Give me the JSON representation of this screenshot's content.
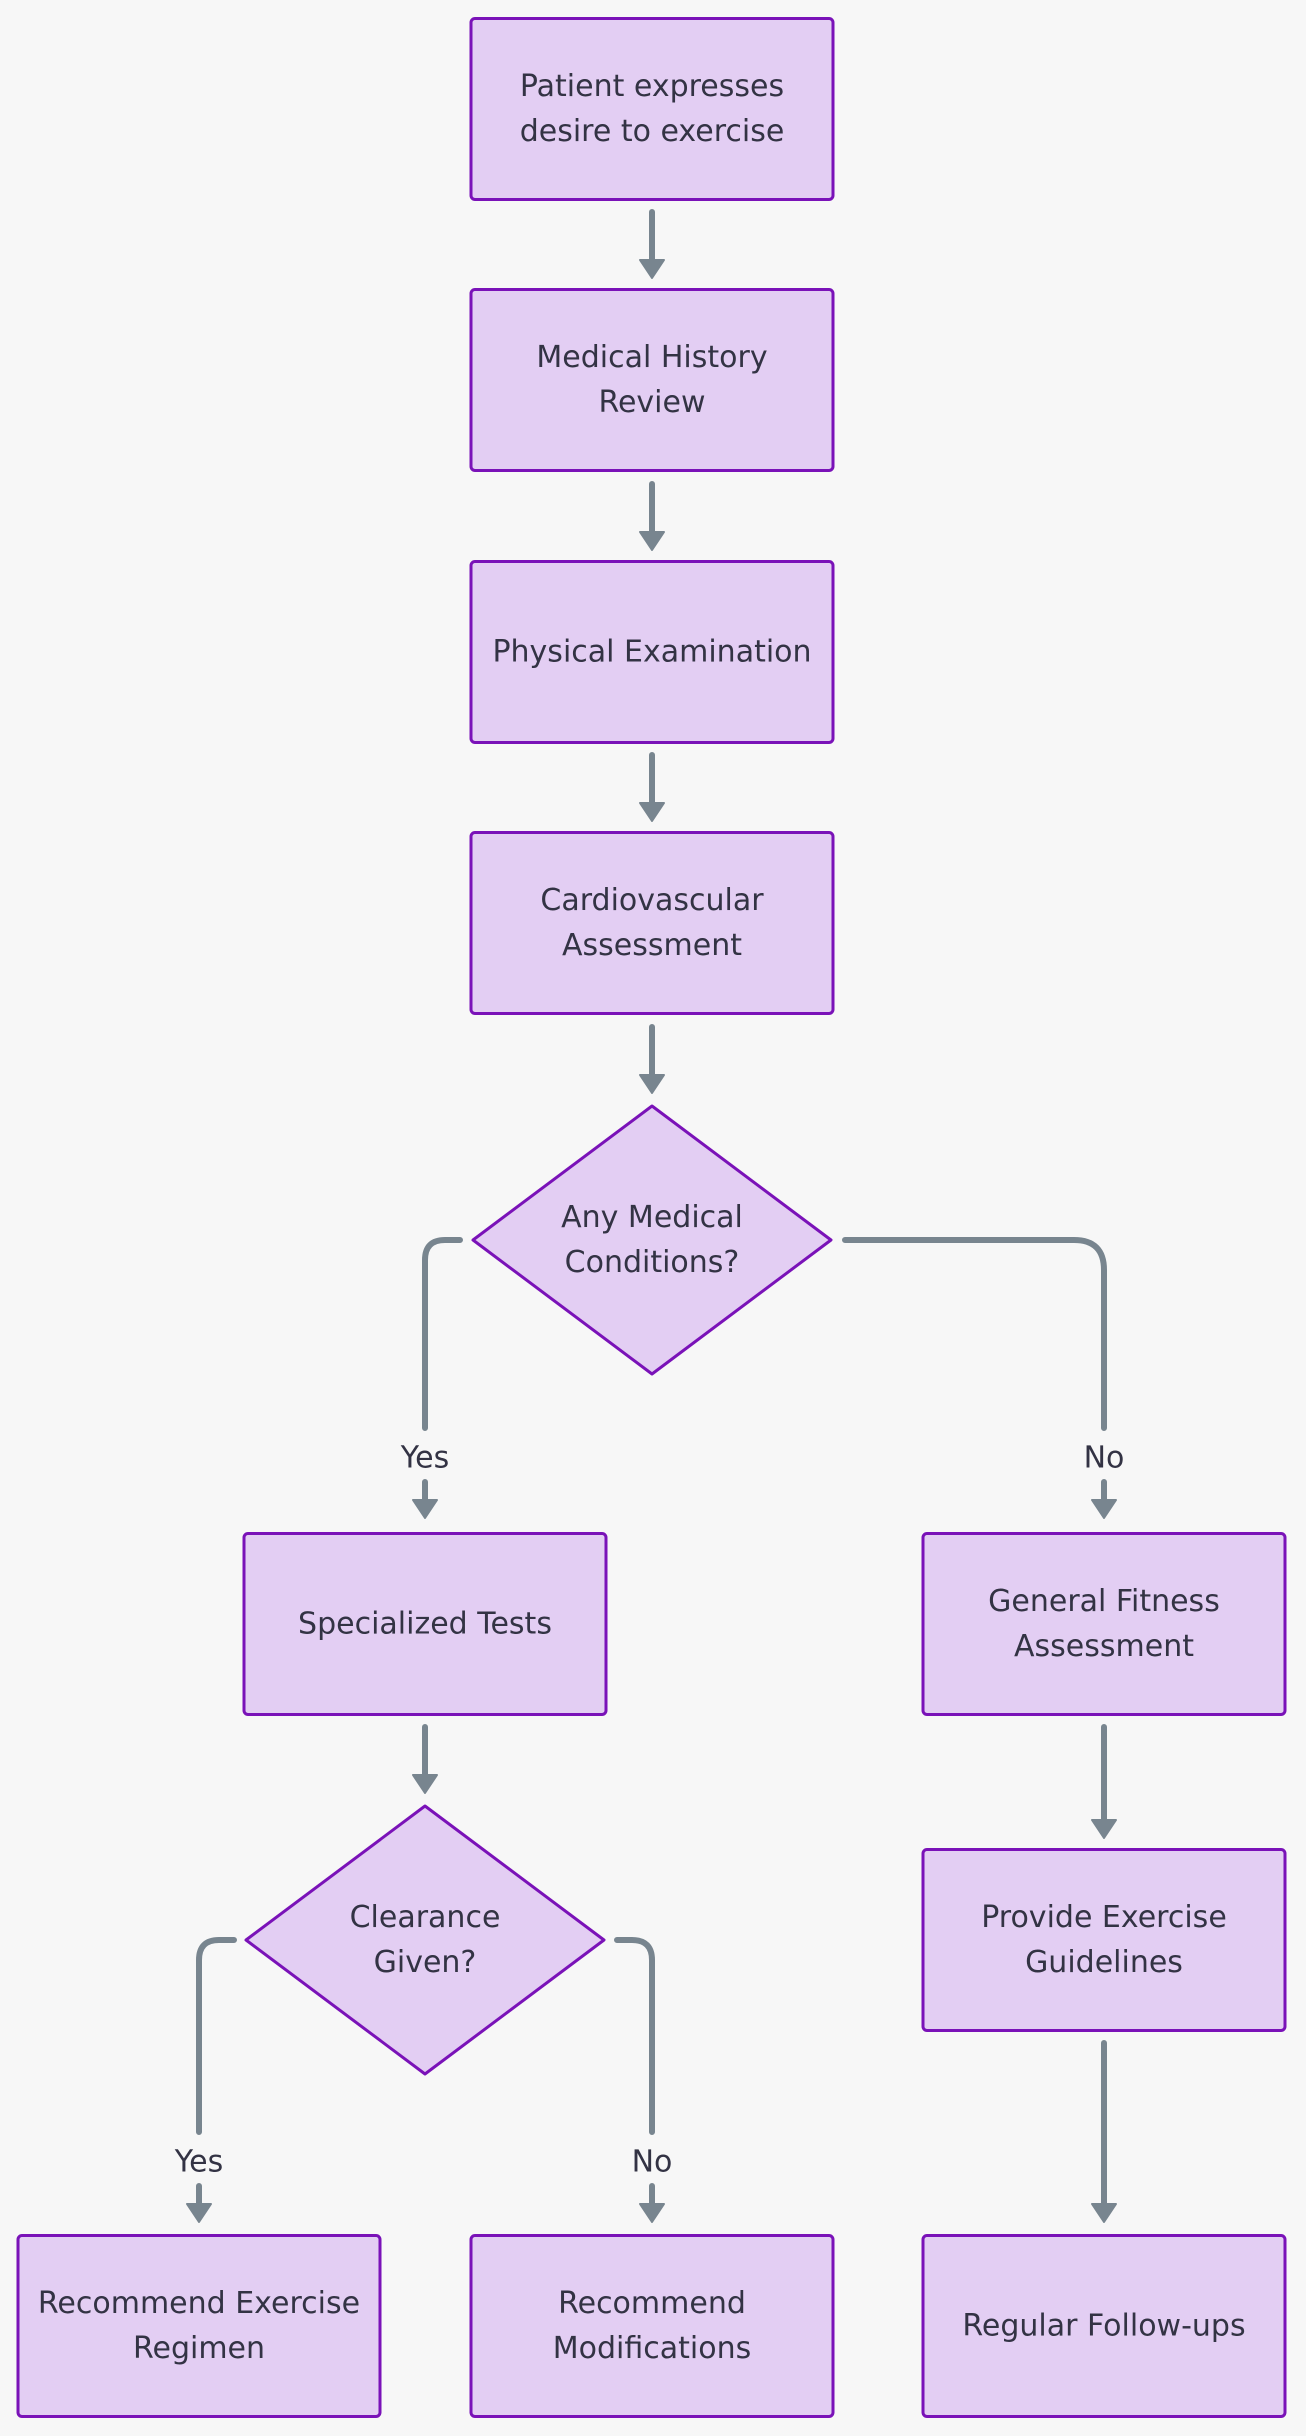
{
  "colors": {
    "background": "#f7f7f7",
    "node_fill": "#e3cef3",
    "node_stroke": "#7a12b8",
    "edge": "#78858f",
    "text": "#333344"
  },
  "nodes": [
    {
      "id": "patient",
      "shape": "rect",
      "lines": [
        "Patient expresses",
        "desire to exercise"
      ]
    },
    {
      "id": "history",
      "shape": "rect",
      "lines": [
        "Medical History",
        "Review"
      ]
    },
    {
      "id": "physical",
      "shape": "rect",
      "lines": [
        "Physical Examination"
      ]
    },
    {
      "id": "cardio",
      "shape": "rect",
      "lines": [
        "Cardiovascular",
        "Assessment"
      ]
    },
    {
      "id": "conditions",
      "shape": "diamond",
      "lines": [
        "Any Medical",
        "Conditions?"
      ]
    },
    {
      "id": "specialized",
      "shape": "rect",
      "lines": [
        "Specialized Tests"
      ]
    },
    {
      "id": "fitness",
      "shape": "rect",
      "lines": [
        "General Fitness",
        "Assessment"
      ]
    },
    {
      "id": "clearance",
      "shape": "diamond",
      "lines": [
        "Clearance",
        "Given?"
      ]
    },
    {
      "id": "guidelines",
      "shape": "rect",
      "lines": [
        "Provide Exercise",
        "Guidelines"
      ]
    },
    {
      "id": "regimen",
      "shape": "rect",
      "lines": [
        "Recommend Exercise",
        "Regimen"
      ]
    },
    {
      "id": "modifications",
      "shape": "rect",
      "lines": [
        "Recommend",
        "Modifications"
      ]
    },
    {
      "id": "followups",
      "shape": "rect",
      "lines": [
        "Regular Follow-ups"
      ]
    }
  ],
  "edges": [
    {
      "id": "patient-to-history",
      "from": "patient",
      "to": "history",
      "label": ""
    },
    {
      "id": "history-to-physical",
      "from": "history",
      "to": "physical",
      "label": ""
    },
    {
      "id": "physical-to-cardio",
      "from": "physical",
      "to": "cardio",
      "label": ""
    },
    {
      "id": "cardio-to-conditions",
      "from": "cardio",
      "to": "conditions",
      "label": ""
    },
    {
      "id": "conditions-to-specialized",
      "from": "conditions",
      "to": "specialized",
      "label": "Yes"
    },
    {
      "id": "conditions-to-fitness",
      "from": "conditions",
      "to": "fitness",
      "label": "No"
    },
    {
      "id": "specialized-to-clearance",
      "from": "specialized",
      "to": "clearance",
      "label": ""
    },
    {
      "id": "fitness-to-guidelines",
      "from": "fitness",
      "to": "guidelines",
      "label": ""
    },
    {
      "id": "clearance-to-regimen",
      "from": "clearance",
      "to": "regimen",
      "label": "Yes"
    },
    {
      "id": "clearance-to-modifications",
      "from": "clearance",
      "to": "modifications",
      "label": "No"
    },
    {
      "id": "guidelines-to-followups",
      "from": "guidelines",
      "to": "followups",
      "label": ""
    }
  ]
}
